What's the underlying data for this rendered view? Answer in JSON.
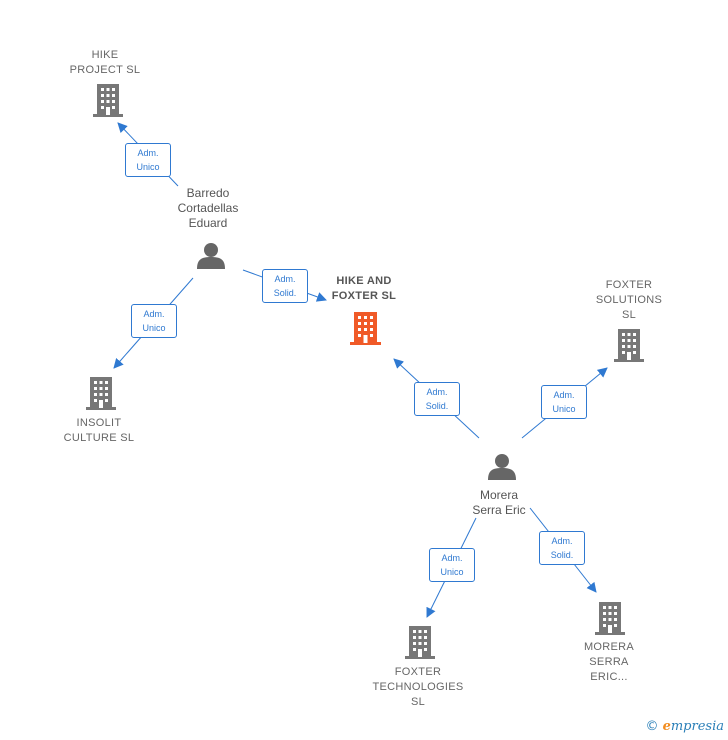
{
  "nodes": {
    "hike_project": {
      "label": "HIKE\nPROJECT  SL"
    },
    "hike_foxter": {
      "label": "HIKE AND\nFOXTER  SL"
    },
    "foxter_solutions": {
      "label": "FOXTER\nSOLUTIONS\nSL"
    },
    "insolit": {
      "label": "INSOLIT\nCULTURE  SL"
    },
    "foxter_tech": {
      "label": "FOXTER\nTECHNOLOGIES\nSL"
    },
    "morera_serra": {
      "label": "MORERA\nSERRA\nERIC..."
    },
    "barredo": {
      "label": "Barredo\nCortadellas\nEduard"
    },
    "morera": {
      "label": "Morera\nSerra Eric"
    }
  },
  "edges": {
    "e1": "Adm.\nUnico",
    "e2": "Adm.\nSolid.",
    "e3": "Adm.\nUnico",
    "e4": "Adm.\nSolid.",
    "e5": "Adm.\nUnico",
    "e6": "Adm.\nUnico",
    "e7": "Adm.\nSolid."
  },
  "colors": {
    "edge": "#2f79d1",
    "main_building": "#f05a28",
    "building": "#777777",
    "person": "#666666"
  },
  "footer": {
    "copyright": "©",
    "brand_e": "e",
    "brand_rest": "mpresia"
  }
}
